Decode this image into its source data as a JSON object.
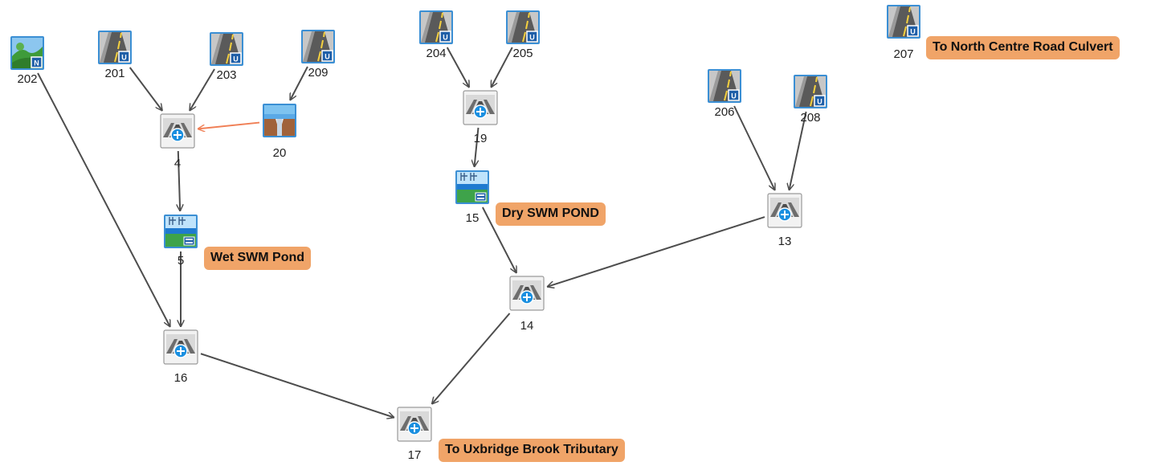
{
  "colors": {
    "edge": "#4d4d4d",
    "highlight_edge": "#f07f55",
    "tag_bg": "#f0a468"
  },
  "nodes": [
    {
      "id": "202",
      "type": "natural-catchment"
    },
    {
      "id": "201",
      "type": "urban-catchment"
    },
    {
      "id": "203",
      "type": "urban-catchment"
    },
    {
      "id": "209",
      "type": "urban-catchment"
    },
    {
      "id": "204",
      "type": "urban-catchment"
    },
    {
      "id": "205",
      "type": "urban-catchment"
    },
    {
      "id": "206",
      "type": "urban-catchment"
    },
    {
      "id": "208",
      "type": "urban-catchment"
    },
    {
      "id": "207",
      "type": "urban-catchment"
    },
    {
      "id": "4",
      "type": "junction"
    },
    {
      "id": "20",
      "type": "diversion"
    },
    {
      "id": "5",
      "type": "pond"
    },
    {
      "id": "16",
      "type": "junction"
    },
    {
      "id": "19",
      "type": "junction"
    },
    {
      "id": "15",
      "type": "pond"
    },
    {
      "id": "13",
      "type": "junction"
    },
    {
      "id": "14",
      "type": "junction"
    },
    {
      "id": "17",
      "type": "junction"
    }
  ],
  "labels": {
    "wet_pond": "Wet SWM Pond",
    "dry_pond": "Dry SWM POND",
    "outlet": "To Uxbridge Brook Tributary",
    "culvert": "To North Centre Road Culvert"
  },
  "edges": [
    {
      "from": "202",
      "to": "16"
    },
    {
      "from": "201",
      "to": "4"
    },
    {
      "from": "203",
      "to": "4"
    },
    {
      "from": "209",
      "to": "20"
    },
    {
      "from": "20",
      "to": "4",
      "style": "highlight"
    },
    {
      "from": "4",
      "to": "5"
    },
    {
      "from": "5",
      "to": "16"
    },
    {
      "from": "16",
      "to": "17"
    },
    {
      "from": "204",
      "to": "19"
    },
    {
      "from": "205",
      "to": "19"
    },
    {
      "from": "19",
      "to": "15"
    },
    {
      "from": "15",
      "to": "14"
    },
    {
      "from": "206",
      "to": "13"
    },
    {
      "from": "208",
      "to": "13"
    },
    {
      "from": "13",
      "to": "14"
    },
    {
      "from": "14",
      "to": "17"
    }
  ]
}
